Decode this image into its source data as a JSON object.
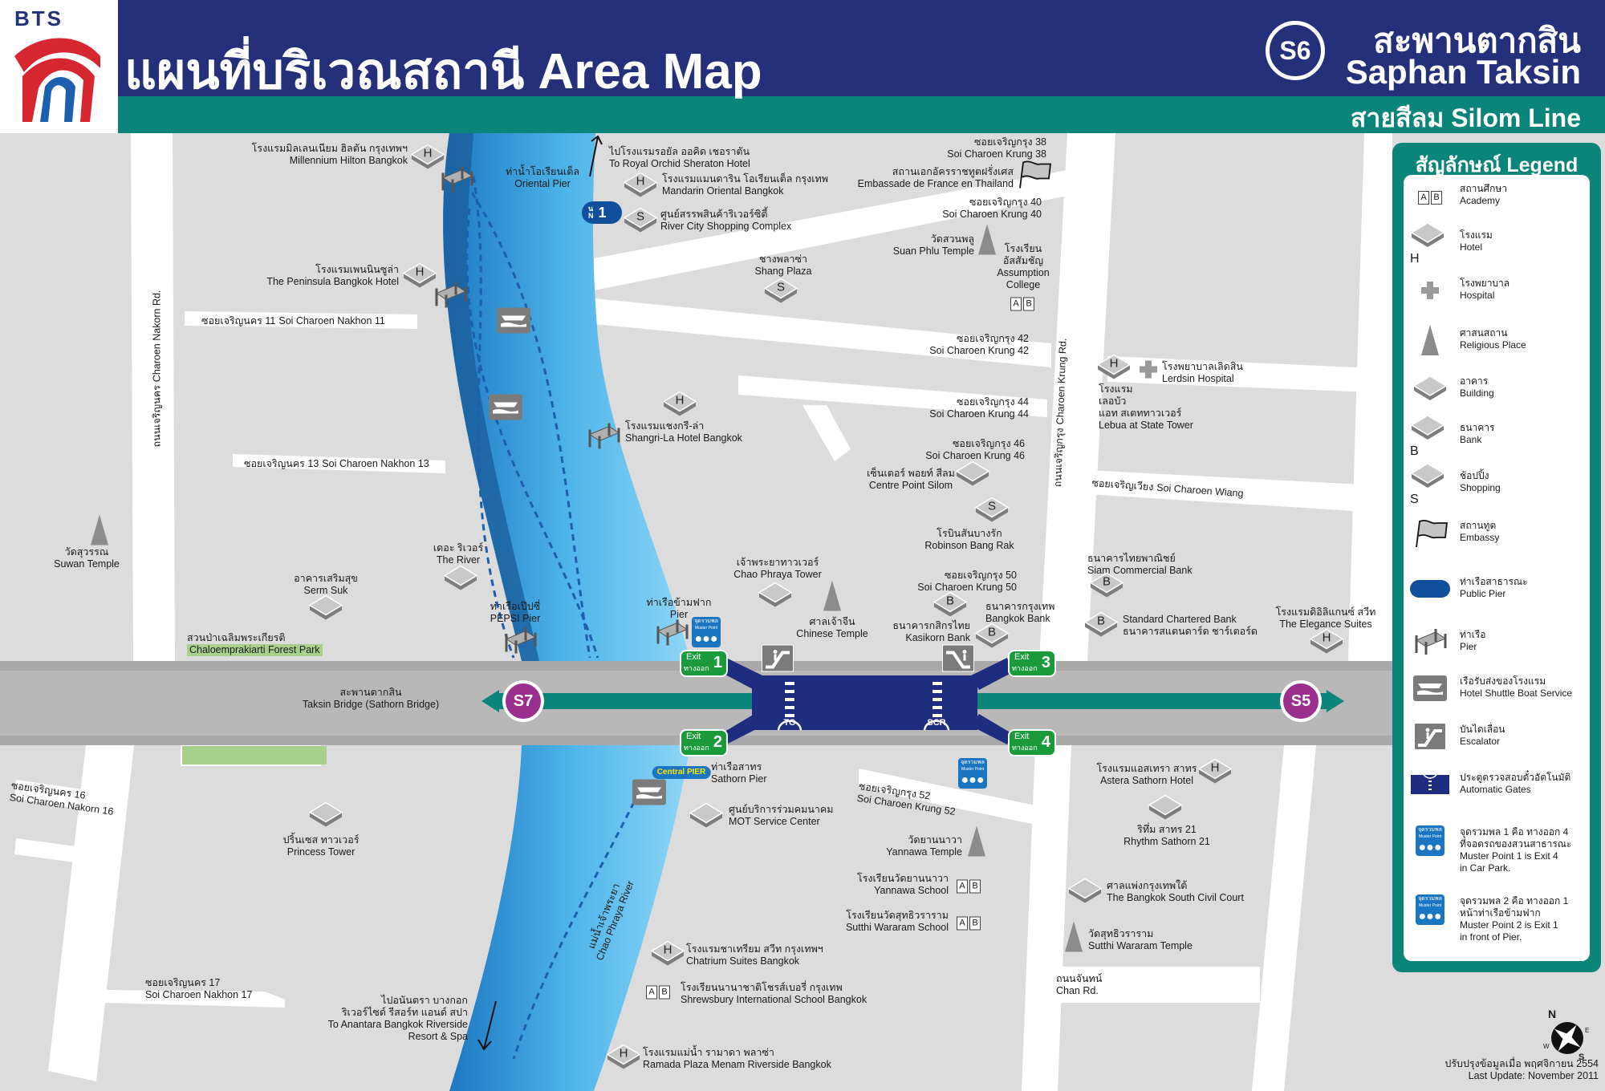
{
  "header": {
    "logo_text": "BTS",
    "title": "แผนที่บริเวณสถานี Area Map",
    "station_code": "S6",
    "station_th": "สะพานตากสิน",
    "station_en": "Saphan Taksin",
    "line_name": "สายสีลม Silom Line"
  },
  "colors": {
    "navy": "#24317a",
    "teal": "#0b8479",
    "river": "#5ec0ef",
    "station_circle": "#9b2f8e",
    "exit_green": "#1b9a3c"
  },
  "icon_letters": {
    "hotel": "H",
    "shopping": "S",
    "bank": "B",
    "academy_a": "A",
    "academy_b": "B"
  },
  "icon_text": {
    "muster_th": "จุดรวมพล",
    "muster_en": "Muster Point",
    "pier_n_th": "น",
    "pier_n_en": "N",
    "pier_no": "1",
    "central_pier": "Central PIER",
    "gate_to": "TO",
    "gate_scr": "SCR"
  },
  "station": {
    "prev": "S7",
    "next": "S5",
    "exits": [
      {
        "label": "Exit",
        "th": "ทางออก",
        "number": "1"
      },
      {
        "label": "Exit",
        "th": "ทางออก",
        "number": "2"
      },
      {
        "label": "Exit",
        "th": "ทางออก",
        "number": "3"
      },
      {
        "label": "Exit",
        "th": "ทางออก",
        "number": "4"
      }
    ]
  },
  "labels": {
    "millennium": {
      "th": "โรงแรมมิลเลนเนียม ฮิลตัน กรุงเทพฯ",
      "en": "Millennium Hilton Bangkok"
    },
    "oriental_pier": {
      "th": "ท่าน้ำโอเรียนเต็ล",
      "en": "Oriental Pier"
    },
    "royal_orchid": {
      "th": "ไปโรงแรมรอยัล ออคิด เชอราตัน",
      "en": "To Royal Orchid Sheraton Hotel"
    },
    "mandarin": {
      "th": "โรงแรมแมนดาริน โอเรียนเต็ล กรุงเทพ",
      "en": "Mandarin Oriental Bangkok"
    },
    "river_city": {
      "th": "ศูนย์สรรพสินค้าริเวอร์ซิตี้",
      "en": "River City Shopping Complex"
    },
    "ck38": {
      "th": "ซอยเจริญกรุง 38",
      "en": "Soi Charoen Krung 38"
    },
    "embassy": {
      "th": "สถานเอกอัครราชทูตฝรั่งเศส",
      "en": "Embassade de France en Thailand"
    },
    "ck40": {
      "th": "ซอยเจริญกรุง 40",
      "en": "Soi Charoen Krung 40"
    },
    "suan_phlu": {
      "th": "วัดสวนพลู",
      "en": "Suan Phlu Temple"
    },
    "assumption": {
      "th": "โรงเรียน\nอัสสัมชัญ",
      "en": "Assumption\nCollege"
    },
    "shang_plaza": {
      "th": "ชางพลาซ่า",
      "en": "Shang Plaza"
    },
    "peninsula": {
      "th": "โรงแรมเพนนินซูล่า",
      "en": "The Peninsula Bangkok Hotel"
    },
    "cn11": {
      "th": "ซอยเจริญนคร 11",
      "en": "Soi Charoen Nakhon 11"
    },
    "cn_road": {
      "th": "ถนนเจริญนคร",
      "en": "Charoen Nakorn Rd."
    },
    "ck42": {
      "th": "ซอยเจริญกรุง 42",
      "en": "Soi Charoen Krung 42"
    },
    "lerdsin": {
      "th": "โรงพยาบาลเลิดสิน",
      "en": "Lerdsin Hospital"
    },
    "lebua": {
      "th": "โรงแรม\nเลอบัว\nแอท สเตททาวเวอร์",
      "en": "Lebua at State Tower"
    },
    "ck_road": {
      "th": "ถนนเจริญกรุง",
      "en": "Charoen Krung Rd."
    },
    "ck44": {
      "th": "ซอยเจริญกรุง 44",
      "en": "Soi Charoen Krung 44"
    },
    "shangrila": {
      "th": "โรงแรมแชงกรี-ล่า",
      "en": "Shangri-La Hotel Bangkok"
    },
    "ck46": {
      "th": "ซอยเจริญกรุง 46",
      "en": "Soi Charoen Krung 46"
    },
    "centre_point": {
      "th": "เซ็นเตอร์ พอยท์ สีลม",
      "en": "Centre Point Silom"
    },
    "cn13": {
      "th": "ซอยเจริญนคร 13",
      "en": "Soi Charoen Nakhon 13"
    },
    "charoen_wiang": {
      "th": "ซอยเจริญเวียง",
      "en": "Soi Charoen Wiang"
    },
    "robinson": {
      "th": "โรบินสันบางรัก",
      "en": "Robinson Bang Rak"
    },
    "suwan": {
      "th": "วัดสุวรรณ",
      "en": "Suwan Temple"
    },
    "the_river": {
      "th": "เดอะ ริเวอร์",
      "en": "The River"
    },
    "serm_suk": {
      "th": "อาคารเสริมสุข",
      "en": "Serm Suk"
    },
    "scb": {
      "th": "ธนาคารไทยพาณิชย์",
      "en": "Siam Commercial Bank"
    },
    "cp_tower": {
      "th": "เจ้าพระยาทาวเวอร์",
      "en": "Chao Phraya Tower"
    },
    "ck50": {
      "th": "ซอยเจริญกรุง 50",
      "en": "Soi Charoen Krung 50"
    },
    "chinese_temple": {
      "th": "ศาลเจ้าจีน",
      "en": "Chinese Temple"
    },
    "kasikorn": {
      "th": "ธนาคารกสิกรไทย",
      "en": "Kasikorn Bank"
    },
    "bangkok_bank": {
      "th": "ธนาคารกรุงเทพ",
      "en": "Bangkok Bank"
    },
    "standard_chartered": {
      "th": "ธนาคารสแตนดาร์ด ชาร์เตอร์ด",
      "en": "Standard Chartered Bank"
    },
    "elegance": {
      "th": "โรงแรมดิอิลิแกนซ์ สวีท",
      "en": "The Elegance Suites"
    },
    "pepsi": {
      "th": "ท่าเรือเป๊ปซี่",
      "en": "PEPSI Pier"
    },
    "ferry_pier": {
      "th": "ท่าเรือข้ามฟาก",
      "en": "Pier"
    },
    "forest_park": {
      "th": "สวนป่าเฉลิมพระเกียรติ",
      "en": "Chaloemprakiarti Forest Park"
    },
    "taksin_bridge": {
      "th": "สะพานตากสิน",
      "en": "Taksin Bridge (Sathorn Bridge)"
    },
    "sathorn_pier": {
      "th": "ท่าเรือสาทร",
      "en": "Sathorn Pier"
    },
    "cn16": {
      "th": "ซอยเจริญนคร 16",
      "en": "Soi Charoen Nakorn 16"
    },
    "astera": {
      "th": "โรงแรมแอสเทรา สาทร",
      "en": "Astera Sathorn Hotel"
    },
    "ck52": {
      "th": "ซอยเจริญกรุง 52",
      "en": "Soi Charoen Krung 52"
    },
    "mot": {
      "th": "ศูนย์บริการร่วมคมนาคม",
      "en": "MOT Service Center"
    },
    "princess": {
      "th": "ปริ้นเซส ทาวเวอร์",
      "en": "Princess Tower"
    },
    "rhythm": {
      "th": "ริทึ่ม สาทร 21",
      "en": "Rhythm Sathorn 21"
    },
    "yannawa_temple": {
      "th": "วัดยานนาวา",
      "en": "Yannawa Temple"
    },
    "yannawa_school": {
      "th": "โรงเรียนวัดยานนาวา",
      "en": "Yannawa School"
    },
    "civil_court": {
      "th": "ศาลแพ่งกรุงเทพใต้",
      "en": "The Bangkok South Civil Court"
    },
    "sutthi_school": {
      "th": "โรงเรียนวัดสุทธิวราราม",
      "en": "Sutthi Wararam School"
    },
    "sutthi_temple": {
      "th": "วัดสุทธิวราราม",
      "en": "Sutthi Wararam Temple"
    },
    "chatrium": {
      "th": "โรงแรมชาเทรียม สวีท กรุงเทพฯ",
      "en": "Chatrium Suites Bangkok"
    },
    "river_name": {
      "th": "แม่น้ำเจ้าพระยา",
      "en": "Chao Phraya River"
    },
    "chan_rd": {
      "th": "ถนนจันทน์",
      "en": "Chan Rd."
    },
    "cn17": {
      "th": "ซอยเจริญนคร 17",
      "en": "Soi Charoen Nakhon 17"
    },
    "shrewsbury": {
      "th": "โรงเรียนนานาชาติโชรส์เบอรี่ กรุงเทพ",
      "en": "Shrewsbury International School Bangkok"
    },
    "anantara": {
      "th": "ไปอนันตรา บางกอก\nริเวอร์ไซด์ รีสอร์ท แอนด์ สปา",
      "en": "To Anantara Bangkok Riverside\nResort & Spa"
    },
    "ramada": {
      "th": "โรงแรมแม่น้ำ รามาดา พลาซ่า",
      "en": "Ramada Plaza Menam Riverside Bangkok"
    }
  },
  "legend": {
    "title": "สัญลักษณ์ Legend",
    "items": [
      {
        "icon": "academy-icon",
        "th": "สถานศึกษา",
        "en": "Academy"
      },
      {
        "icon": "hotel-icon",
        "th": "โรงแรม",
        "en": "Hotel"
      },
      {
        "icon": "hospital-icon",
        "th": "โรงพยาบาล",
        "en": "Hospital"
      },
      {
        "icon": "religious-place-icon",
        "th": "ศาสนสถาน",
        "en": "Religious Place"
      },
      {
        "icon": "building-icon",
        "th": "อาคาร",
        "en": "Building"
      },
      {
        "icon": "bank-icon",
        "th": "ธนาคาร",
        "en": "Bank"
      },
      {
        "icon": "shopping-icon",
        "th": "ช้อปปิ้ง",
        "en": "Shopping"
      },
      {
        "icon": "embassy-icon",
        "th": "สถานทูต",
        "en": "Embassy"
      },
      {
        "icon": "public-pier-icon",
        "th": "ท่าเรือสาธารณะ",
        "en": "Public Pier"
      },
      {
        "icon": "pier-icon",
        "th": "ท่าเรือ",
        "en": "Pier"
      },
      {
        "icon": "shuttle-boat-icon",
        "th": "เรือรับส่งของโรงแรม",
        "en": "Hotel Shuttle Boat Service"
      },
      {
        "icon": "escalator-icon",
        "th": "บันไดเลื่อน",
        "en": "Escalator"
      },
      {
        "icon": "automatic-gates-icon",
        "th": "ประตูตรวจสอบตั๋วอัตโนมัติ",
        "en": "Automatic Gates"
      },
      {
        "icon": "muster-point-icon",
        "th": "จุดรวมพล 1 คือ ทางออก 4\nที่จอดรถของสวนสาธารณะ",
        "en": "Muster Point 1 is Exit 4\nin Car Park."
      },
      {
        "icon": "muster-point-icon",
        "th": "จุดรวมพล 2 คือ ทางออก 1\nหน้าท่าเรือข้ามฟาก",
        "en": "Muster Point 2 is Exit 1\nin front of Pier."
      }
    ]
  },
  "compass": {
    "n": "N",
    "e": "E",
    "s": "S",
    "w": "W"
  },
  "footer": {
    "update_th": "ปรับปรุงข้อมูลเมื่อ พฤศจิกายน 2554",
    "update_en": "Last Update: November 2011"
  }
}
